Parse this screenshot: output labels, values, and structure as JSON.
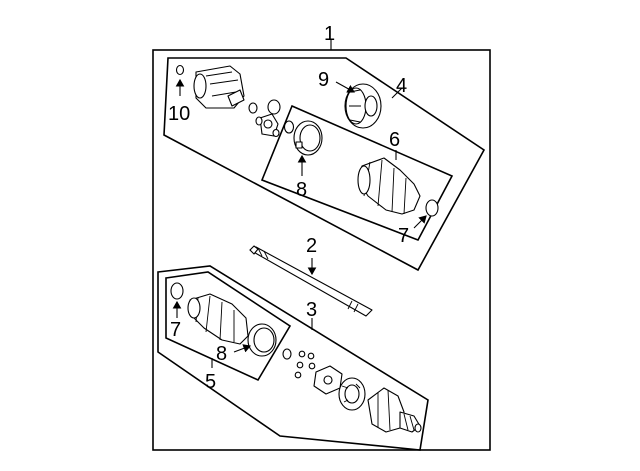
{
  "diagram": {
    "callouts": {
      "assembly": "1",
      "shaft": "2",
      "inner_joint_group": "3",
      "outer_joint_group": "4",
      "inner_boot_kit": "5",
      "outer_boot_kit": "6",
      "outer_boot_clamp": "7",
      "outer_boot_band": "8",
      "inner_boot_clamp": "7",
      "inner_boot_band": "8",
      "outer_cage": "9",
      "outer_ring": "10"
    }
  }
}
